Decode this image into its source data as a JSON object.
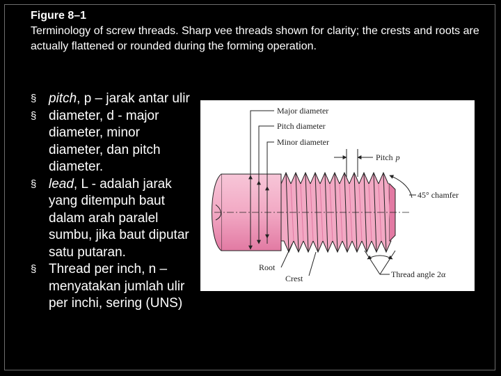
{
  "caption": {
    "figure_number": "Figure 8–1",
    "text": "Terminology of screw threads. Sharp vee threads shown for clarity; the crests and roots are actually flattened or rounded during the forming operation."
  },
  "bullets": [
    {
      "term": "pitch",
      "rest": ", p – jarak antar ulir"
    },
    {
      "term": "",
      "rest": "diameter, d - major diameter, minor diameter, dan pitch diameter."
    },
    {
      "term": "lead",
      "rest": ", L - adalah jarak yang ditempuh baut dalam arah paralel sumbu, jika baut diputar satu putaran."
    },
    {
      "term": "",
      "rest": "Thread per inch, n – menyatakan jumlah ulir per inchi, sering (UNS)"
    }
  ],
  "bullet_mark": "§",
  "diagram": {
    "labels": {
      "major_diameter": "Major diameter",
      "pitch_diameter": "Pitch diameter",
      "minor_diameter": "Minor diameter",
      "pitch": "Pitch",
      "pitch_symbol": "p",
      "chamfer": "45° chamfer",
      "root": "Root",
      "crest": "Crest",
      "thread_angle": "Thread angle 2α"
    },
    "colors": {
      "screw_fill": "#f2a9c4",
      "screw_shade": "#e27aa3",
      "line": "#222222"
    }
  }
}
